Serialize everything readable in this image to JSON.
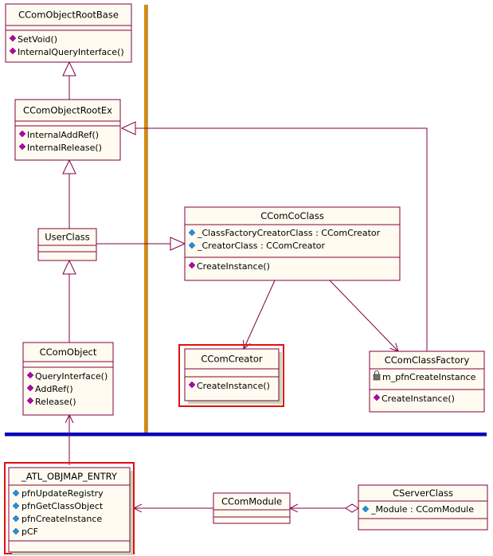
{
  "colors": {
    "class_fill": "#fffbf0",
    "class_border": "#800040",
    "line": "#800040",
    "vertical_separator": "#d98a00",
    "horizontal_separator": "#0000c0",
    "highlight": "#e01010",
    "operation_icon": "#b000b0",
    "attribute_icon": "#2090e0"
  },
  "classes": {
    "CComObjectRootBase": {
      "name": "CComObjectRootBase",
      "attributes": [],
      "operations": [
        "SetVoid()",
        "InternalQueryInterface()"
      ]
    },
    "CComObjectRootEx": {
      "name": "CComObjectRootEx",
      "attributes": [],
      "operations": [
        "InternalAddRef()",
        "InternalRelease()"
      ]
    },
    "UserClass": {
      "name": "UserClass",
      "attributes": [],
      "operations": []
    },
    "CComObject": {
      "name": "CComObject",
      "attributes": [],
      "operations": [
        "QueryInterface()",
        "AddRef()",
        "Release()"
      ]
    },
    "CComCoClass": {
      "name": "CComCoClass",
      "attributes": [
        "_ClassFactoryCreatorClass : CComCreator",
        "_CreatorClass : CComCreator"
      ],
      "operations": [
        "CreateInstance()"
      ]
    },
    "CComCreator": {
      "name": "CComCreator",
      "attributes": [],
      "operations": [
        "CreateInstance()"
      ]
    },
    "CComClassFactory": {
      "name": "CComClassFactory",
      "attributes": [
        "m_pfnCreateInstance"
      ],
      "operations": [
        "CreateInstance()"
      ]
    },
    "ATL_OBJMAP_ENTRY": {
      "name": "_ATL_OBJMAP_ENTRY",
      "attributes": [
        "pfnUpdateRegistry",
        "pfnGetClassObject",
        "pfnCreateInstance",
        "pCF"
      ],
      "operations": []
    },
    "CComModule": {
      "name": "CComModule",
      "attributes": [],
      "operations": []
    },
    "CServerClass": {
      "name": "CServerClass",
      "attributes": [
        "_Module : CComModule"
      ],
      "operations": []
    }
  }
}
